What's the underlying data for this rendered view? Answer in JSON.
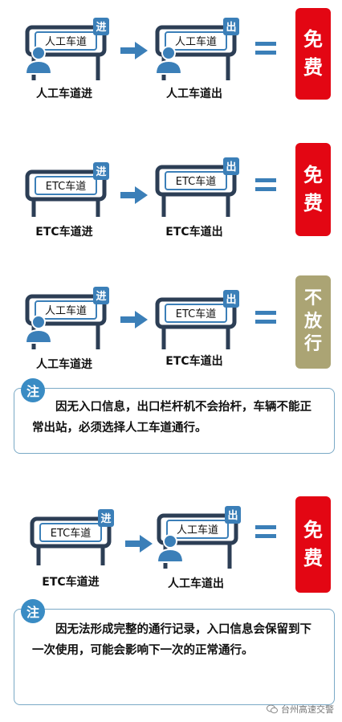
{
  "colors": {
    "gate_frame": "#2c3e55",
    "sign_border": "#3b7fb8",
    "badge": "#3b7fb8",
    "person": "#3b7fb8",
    "arrow": "#3b7fb8",
    "free": "#e30613",
    "deny": "#aba474"
  },
  "rows": [
    {
      "entry": {
        "sign": "人工车道",
        "badge": "进",
        "person": true,
        "caption": "人工车道进"
      },
      "exit": {
        "sign": "人工车道",
        "badge": "出",
        "person": true,
        "caption": "人工车道出"
      },
      "result": {
        "text": [
          "免",
          "费"
        ],
        "kind": "free"
      }
    },
    {
      "entry": {
        "sign": "ETC车道",
        "badge": "进",
        "person": false,
        "caption": "ETC车道进"
      },
      "exit": {
        "sign": "ETC车道",
        "badge": "出",
        "person": false,
        "caption": "ETC车道出"
      },
      "result": {
        "text": [
          "免",
          "费"
        ],
        "kind": "free"
      }
    },
    {
      "entry": {
        "sign": "人工车道",
        "badge": "进",
        "person": true,
        "caption": "人工车道进"
      },
      "exit": {
        "sign": "ETC车道",
        "badge": "出",
        "person": false,
        "caption": "ETC车道出"
      },
      "result": {
        "text": [
          "不",
          "放",
          "行"
        ],
        "kind": "deny"
      }
    },
    {
      "entry": {
        "sign": "ETC车道",
        "badge": "进",
        "person": false,
        "caption": "ETC车道进"
      },
      "exit": {
        "sign": "人工车道",
        "badge": "出",
        "person": true,
        "caption": "人工车道出"
      },
      "result": {
        "text": [
          "免",
          "费"
        ],
        "kind": "free"
      }
    }
  ],
  "notes": [
    {
      "badge": "注",
      "text": "因无入口信息，出口栏杆机不会抬杆，车辆不能正常出站，必须选择人工车道通行。"
    },
    {
      "badge": "注",
      "text": "因无法形成完整的通行记录，入口信息会保留到下一次使用，可能会影响下一次的正常通行。"
    }
  ],
  "watermark": "台州高速交警"
}
